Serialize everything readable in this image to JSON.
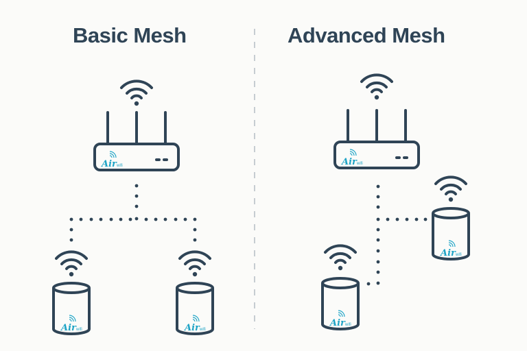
{
  "titles": {
    "left": "Basic Mesh",
    "right": "Advanced Mesh"
  },
  "brand": {
    "logo_main": "Air",
    "logo_sub": "wifi",
    "accent_color": "#1fa4c6",
    "line_color": "#2f4456"
  },
  "panels": [
    {
      "name": "basic-mesh",
      "router": 1,
      "satellites": 2,
      "topology": "router connects via dotted line to two satellites below"
    },
    {
      "name": "advanced-mesh",
      "router": 1,
      "satellites": 2,
      "topology": "router connects via dotted line to satellite at right and satellite at bottom-left"
    }
  ]
}
